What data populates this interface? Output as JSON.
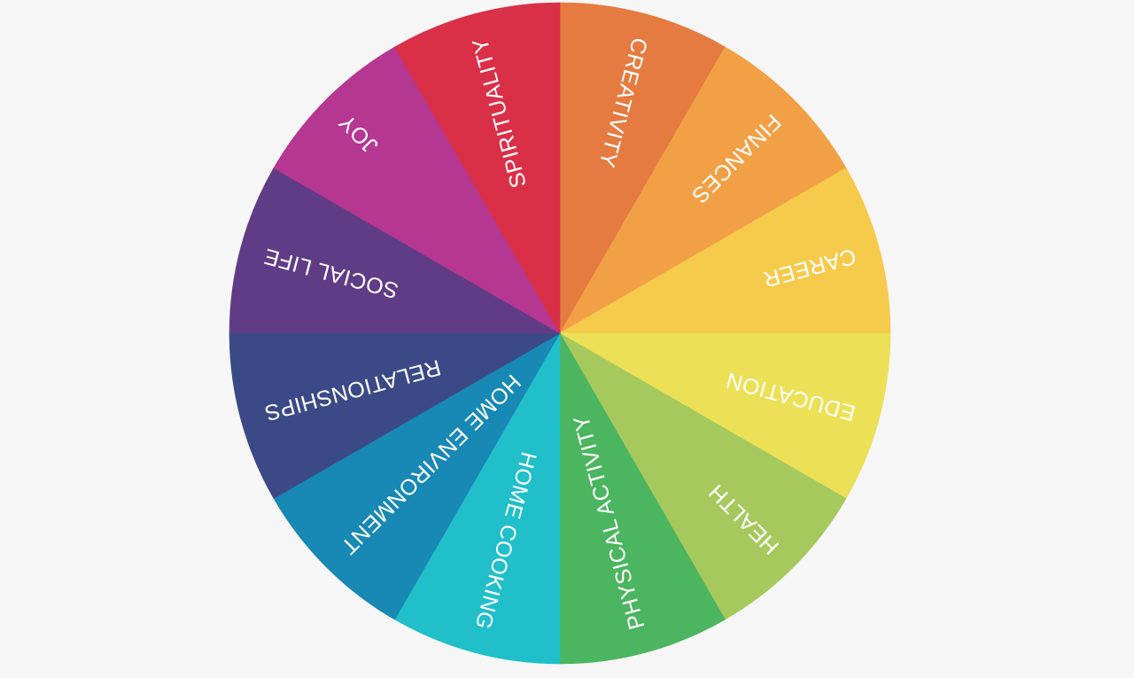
{
  "wheel": {
    "segments": [
      {
        "label": "CREATIVITY",
        "color": "#e57b41"
      },
      {
        "label": "FINANCES",
        "color": "#f2a046"
      },
      {
        "label": "CAREER",
        "color": "#f6ca4b"
      },
      {
        "label": "EDUCATION",
        "color": "#ece057"
      },
      {
        "label": "HEALTH",
        "color": "#a6c95e"
      },
      {
        "label": "PHYSICAL ACTIVITY",
        "color": "#4cb55f"
      },
      {
        "label": "HOME COOKING",
        "color": "#20bfc9"
      },
      {
        "label": "HOME ENVIRONMENT",
        "color": "#1888b4"
      },
      {
        "label": "RELATIONSHIPS",
        "color": "#3b4a86"
      },
      {
        "label": "SOCIAL LIFE",
        "color": "#613c86"
      },
      {
        "label": "JOY",
        "color": "#b53791"
      },
      {
        "label": "SPIRITUALITY",
        "color": "#d93048"
      }
    ]
  }
}
